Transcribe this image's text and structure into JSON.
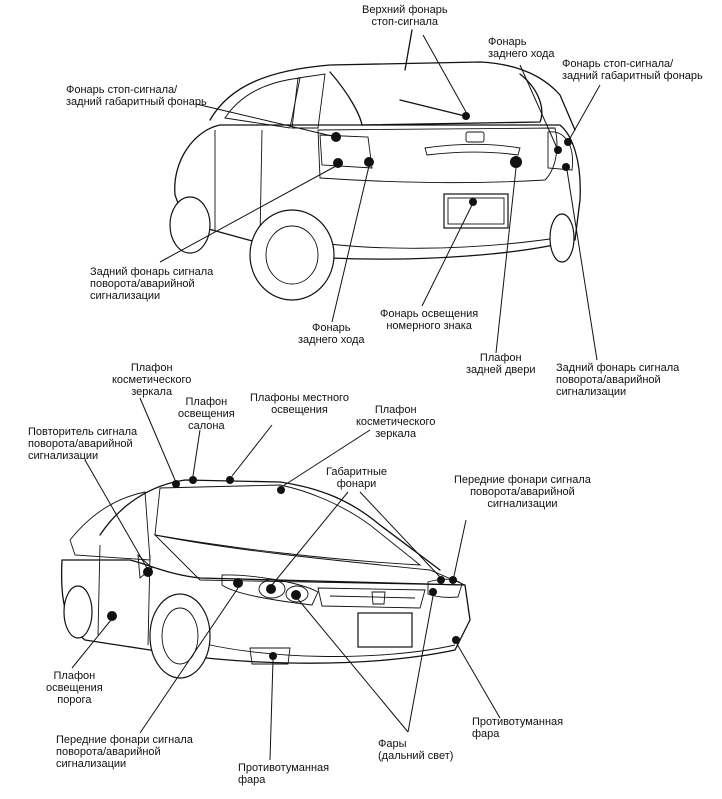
{
  "rear_view": {
    "labels": {
      "high_mount_stop": [
        "Верхний фонарь",
        "стоп-сигнала"
      ],
      "reverse_upper": [
        "Фонарь",
        "заднего хода"
      ],
      "stop_tail_right": [
        "Фонарь стоп-сигнала/",
        "задний габаритный фонарь"
      ],
      "stop_tail_left": [
        "Фонарь стоп-сигнала/",
        "задний габаритный фонарь"
      ],
      "rear_turn_left": [
        "Задний фонарь сигнала",
        "поворота/аварийной",
        "сигнализации"
      ],
      "reverse_lower": [
        "Фонарь",
        "заднего хода"
      ],
      "license_plate": [
        "Фонарь освещения",
        "номерного знака"
      ],
      "tailgate_light": [
        "Плафон",
        "задней двери"
      ],
      "rear_turn_right": [
        "Задний фонарь сигнала",
        "поворота/аварийной",
        "сигнализации"
      ]
    }
  },
  "front_view": {
    "labels": {
      "vanity_left": [
        "Плафон",
        "косметического",
        "зеркала"
      ],
      "cabin_light": [
        "Плафон",
        "освещения",
        "салона"
      ],
      "map_lights": [
        "Плафоны местного",
        "освещения"
      ],
      "vanity_right": [
        "Плафон",
        "косметического",
        "зеркала"
      ],
      "side_repeater": [
        "Повторитель сигнала",
        "поворота/аварийной",
        "сигнализации"
      ],
      "parking_lights": [
        "Габаритные",
        "фонари"
      ],
      "front_turn_right": [
        "Передние фонари сигнала",
        "поворота/аварийной",
        "сигнализации"
      ],
      "courtesy_light": [
        "Плафон",
        "освещения",
        "порога"
      ],
      "front_turn_left": [
        "Передние фонари сигнала",
        "поворота/аварийной",
        "сигнализации"
      ],
      "fog_left": [
        "Противотуманная",
        "фара"
      ],
      "headlights": [
        "Фары",
        "(дальний свет)"
      ],
      "fog_right": [
        "Противотуманная",
        "фара"
      ]
    }
  }
}
